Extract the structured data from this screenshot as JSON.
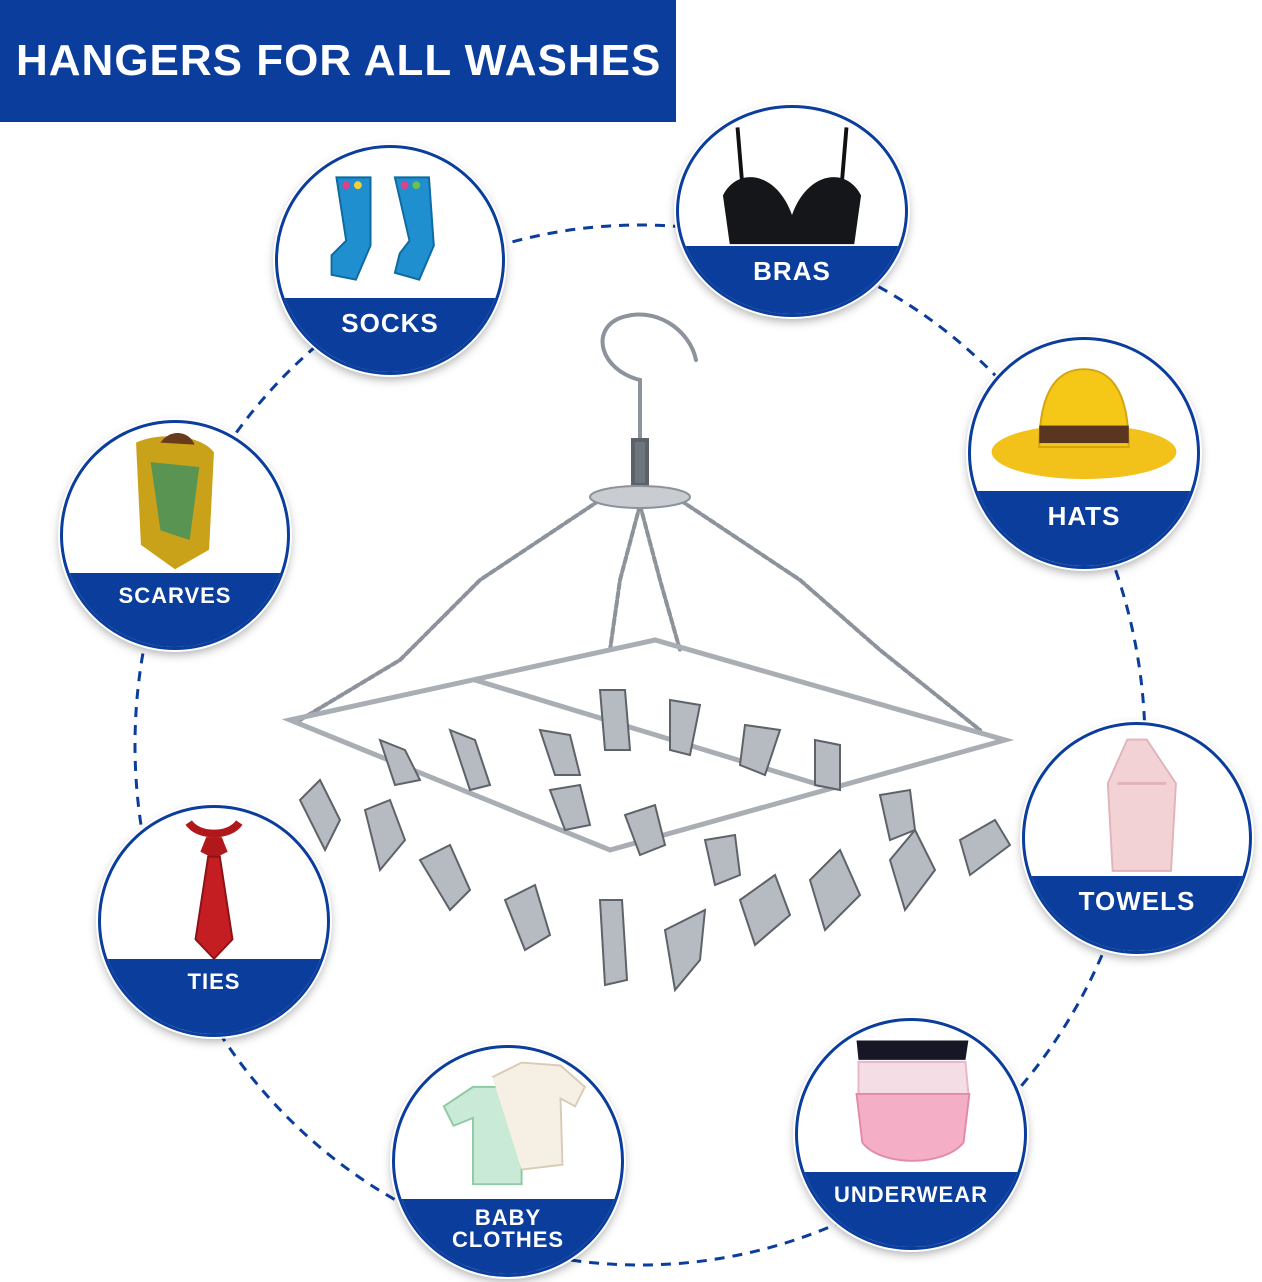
{
  "banner": {
    "title": "HANGERS FOR ALL WASHES"
  },
  "categories": {
    "socks": "SOCKS",
    "bras": "BRAS",
    "hats": "HATS",
    "scarves": "SCARVES",
    "towels": "TOWELS",
    "ties": "TIES",
    "baby_clothes": "BABY\nCLOTHES",
    "underwear": "UNDERWEAR"
  },
  "colors": {
    "brand_blue": "#0a3d9c",
    "background": "#ffffff",
    "steel": "#9aa0a8"
  },
  "icons": [
    "socks-icon",
    "bra-icon",
    "hat-icon",
    "scarf-icon",
    "towel-icon",
    "tie-icon",
    "baby-clothes-icon",
    "underwear-icon",
    "clothes-hanger-icon"
  ]
}
